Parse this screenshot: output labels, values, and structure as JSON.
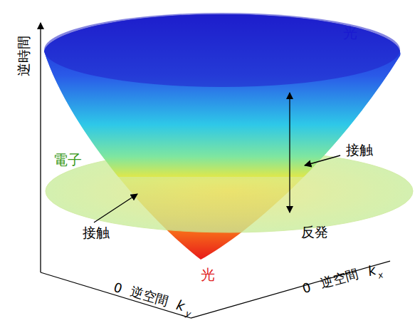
{
  "diagram": {
    "labels": [
      "逆時間",
      "光",
      "電子",
      "接触",
      "接触",
      "反発",
      "光",
      "0",
      "逆空間",
      "k",
      "y",
      "0",
      "逆空間",
      "k",
      "x"
    ]
  }
}
